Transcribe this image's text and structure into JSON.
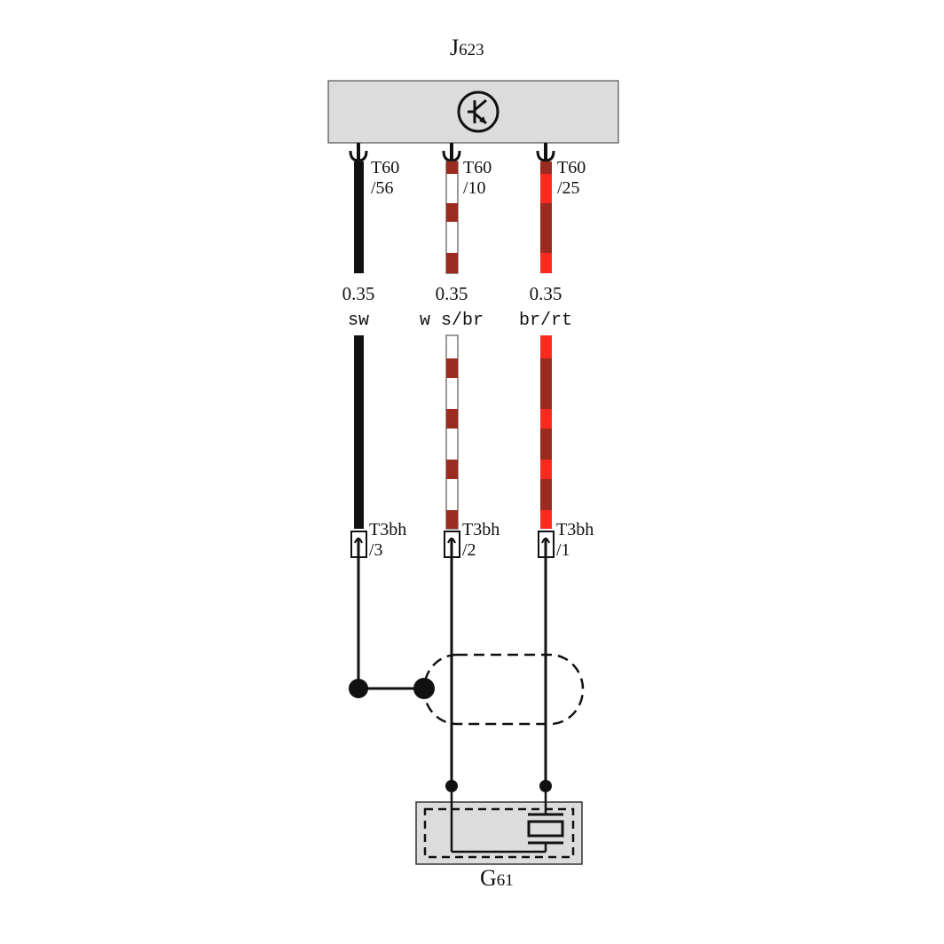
{
  "ecu": {
    "name_main": "J",
    "name_sub": "623",
    "symbol": "transistor-icon"
  },
  "sensor": {
    "name_main": "G",
    "name_sub": "61",
    "symbol": "piezo-crystal-icon"
  },
  "wires": [
    {
      "ecu_pin_line1": "T60",
      "ecu_pin_line2": "/56",
      "gauge": "0.35",
      "color_code": "sw",
      "connector_line1": "T3bh",
      "connector_line2": "/3",
      "primary_color": "#111111",
      "stripe_color": "#111111"
    },
    {
      "ecu_pin_line1": "T60",
      "ecu_pin_line2": "/10",
      "gauge": "0.35",
      "color_code": "w s/br",
      "connector_line1": "T3bh",
      "connector_line2": "/2",
      "primary_color": "#ffffff",
      "stripe_color": "#9b2a1f"
    },
    {
      "ecu_pin_line1": "T60",
      "ecu_pin_line2": "/25",
      "gauge": "0.35",
      "color_code": "br/rt",
      "connector_line1": "T3bh",
      "connector_line2": "/1",
      "primary_color": "#ff2a1f",
      "stripe_color": "#9b2a1f"
    }
  ],
  "colors": {
    "box_fill": "#dcdcdc",
    "line": "#111111"
  }
}
